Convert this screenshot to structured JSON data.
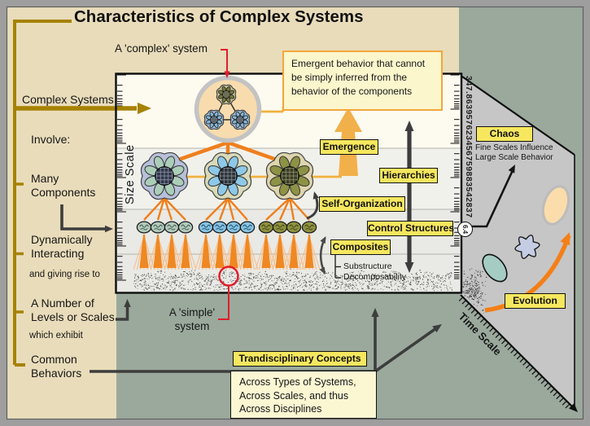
{
  "title": "Characteristics of Complex Systems",
  "colors": {
    "background_green": "#9aa99c",
    "background_tan": "#e9dcba",
    "panel_white": "#fdfaf0",
    "band_mid": "#f1f1ec",
    "band_low": "#e9e9e5",
    "fold_gray": "#c6c6c6",
    "gold": "#a68200",
    "orange": "#ef7f1c",
    "light_orange": "#f7be8a",
    "amber_arrow": "#f2b04a",
    "connector_yellow": "#f0b13e",
    "label_yellow": "#f6e75f",
    "red": "#e11d2b",
    "dark_arrow": "#3d3d3d"
  },
  "sidebar": {
    "complex_systems": "Complex Systems",
    "involve": "Involve:",
    "many_components": "Many\nComponents",
    "dynamically_interacting": "Dynamically\nInteracting",
    "and_giving_rise_to": "and giving rise to",
    "levels_or_scales": "A Number of\nLevels or Scales",
    "which_exhibit": "which exhibit",
    "common_behaviors": "Common\nBehaviors"
  },
  "diagram": {
    "complex_system_label": "A 'complex' system",
    "simple_system_label": "A 'simple'\nsystem",
    "size_scale_axis": "Size Scale",
    "emergent_note": "Emergent behavior that cannot\nbe simply inferred from the\nbehavior of the components",
    "emergence": "Emergence",
    "hierarchies": "Hierarchies",
    "self_organization": "Self-Organization",
    "control_structures": "Control Structures",
    "composites": "Composites",
    "substructure": "Substructure",
    "decomposability": "Decomposability"
  },
  "fold": {
    "number_sequence": "347.863957623456759883542837",
    "circled_value": "6.4",
    "chaos": "Chaos",
    "chaos_note": "Fine Scales Influence\nLarge Scale Behavior",
    "evolution": "Evolution",
    "time_scale_axis": "Time Scale"
  },
  "bottom": {
    "concepts_title": "Trandisciplinary Concepts",
    "concepts_body": "Across Types of Systems,\nAcross Scales, and thus\nAcross Disciplines"
  }
}
